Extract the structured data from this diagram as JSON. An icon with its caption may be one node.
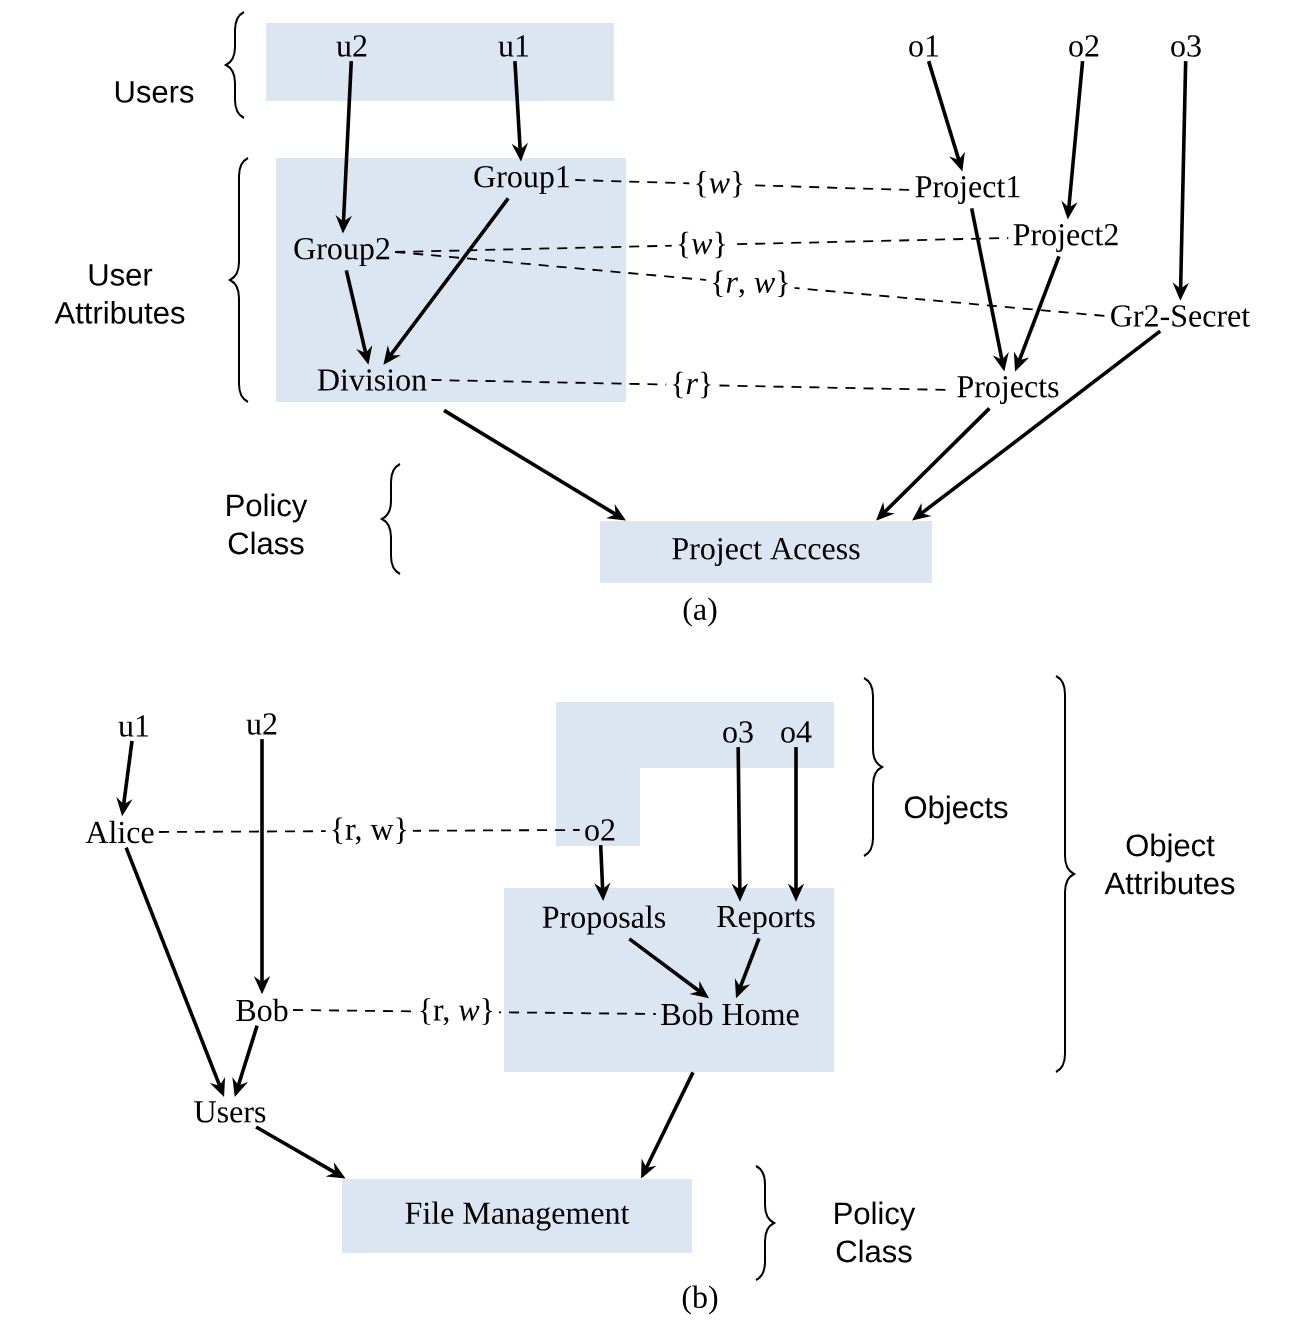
{
  "diagram": {
    "nodes": [
      {
        "text": [],
        "shape": "box"
      },
      {
        "text": [
          "u2"
        ],
        "in": 0
      },
      {
        "text": [
          "u1"
        ],
        "in": 0
      },
      {
        "text": [],
        "shape": "box"
      },
      {
        "text": [
          "Group1"
        ],
        "in": 3
      },
      {
        "text": [
          "Group2"
        ],
        "in": 3
      },
      {
        "text": [
          "Division"
        ],
        "in": 3
      },
      {
        "text": [
          "o1"
        ]
      },
      {
        "text": [
          "o2"
        ]
      },
      {
        "text": [
          "o3"
        ]
      },
      {
        "text": [
          "Project1"
        ]
      },
      {
        "text": [
          "Project2"
        ]
      },
      {
        "text": [
          "Gr2-Secret"
        ]
      },
      {
        "text": [
          "Projects"
        ]
      },
      {
        "text": [
          "Project Access"
        ]
      },
      {
        "text": [
          "u1"
        ]
      },
      {
        "text": [
          "u2"
        ]
      },
      {
        "text": [
          "Alice"
        ]
      },
      {
        "text": [
          "Bob"
        ]
      },
      {
        "text": [
          "Users"
        ]
      },
      {
        "text": [],
        "shape": "box"
      },
      {
        "text": [
          "o3"
        ],
        "in": 20
      },
      {
        "text": [
          "o4"
        ],
        "in": 20
      },
      {
        "text": [
          "o2"
        ],
        "in": 20
      },
      {
        "text": [],
        "shape": "box"
      },
      {
        "text": [
          "Proposals"
        ],
        "in": 24
      },
      {
        "text": [
          "Reports"
        ],
        "in": 24
      },
      {
        "text": [
          "Bob Home"
        ],
        "in": 24
      },
      {
        "text": [
          "File Management"
        ]
      }
    ],
    "edges": [
      {
        "from": 1,
        "to": 5,
        "arrow": "to"
      },
      {
        "from": 2,
        "to": 4,
        "arrow": "to"
      },
      {
        "from": 4,
        "to": 6,
        "arrow": "to"
      },
      {
        "from": 5,
        "to": 6,
        "arrow": "to"
      },
      {
        "from": 7,
        "to": 10,
        "arrow": "to"
      },
      {
        "from": 8,
        "to": 11,
        "arrow": "to"
      },
      {
        "from": 9,
        "to": 12,
        "arrow": "to"
      },
      {
        "from": 10,
        "to": 13,
        "arrow": "to"
      },
      {
        "from": 11,
        "to": 13,
        "arrow": "to"
      },
      {
        "from": 3,
        "to": 14,
        "arrow": "to"
      },
      {
        "from": 13,
        "to": 14,
        "arrow": "to"
      },
      {
        "from": 12,
        "to": 14,
        "arrow": "to"
      },
      {
        "from": 4,
        "to": 10,
        "arrow": "none",
        "style": "dashed",
        "label": "{*w*}"
      },
      {
        "from": 5,
        "to": 11,
        "arrow": "none",
        "style": "dashed",
        "label": "{*w*}"
      },
      {
        "from": 5,
        "to": 12,
        "arrow": "none",
        "style": "dashed",
        "label": "{*r*, *w*}"
      },
      {
        "from": 6,
        "to": 13,
        "arrow": "none",
        "style": "dashed",
        "label": "{*r*}"
      },
      {
        "from": 15,
        "to": 17,
        "arrow": "to"
      },
      {
        "from": 16,
        "to": 18,
        "arrow": "to"
      },
      {
        "from": 17,
        "to": 19,
        "arrow": "to"
      },
      {
        "from": 18,
        "to": 19,
        "arrow": "to"
      },
      {
        "from": 19,
        "to": 28,
        "arrow": "to"
      },
      {
        "from": 23,
        "to": 25,
        "arrow": "to"
      },
      {
        "from": 21,
        "to": 26,
        "arrow": "to"
      },
      {
        "from": 22,
        "to": 26,
        "arrow": "to"
      },
      {
        "from": 25,
        "to": 27,
        "arrow": "to"
      },
      {
        "from": 26,
        "to": 27,
        "arrow": "to"
      },
      {
        "from": 24,
        "to": 28,
        "arrow": "to"
      },
      {
        "from": 17,
        "to": 23,
        "arrow": "none",
        "style": "dashed",
        "label": "{r, w}"
      },
      {
        "from": 18,
        "to": 27,
        "arrow": "none",
        "style": "dashed",
        "label": "{r, *w*}"
      }
    ],
    "labels": [
      "Users",
      "User Attributes",
      "Policy Class",
      "(a)",
      "Objects",
      "Object Attributes",
      "Policy Class",
      "(b)"
    ]
  }
}
